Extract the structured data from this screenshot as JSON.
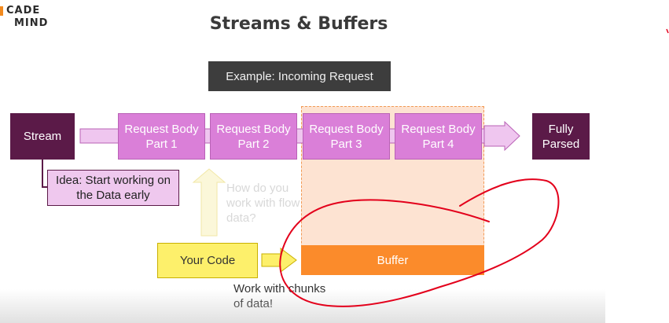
{
  "logo": {
    "line1": "CADE",
    "line2": "MIND"
  },
  "title": "Streams & Buffers",
  "example_label": "Example: Incoming Request",
  "stream_label": "Stream",
  "parts": [
    "Request Body Part 1",
    "Request Body Part 2",
    "Request Body Part 3",
    "Request Body Part 4"
  ],
  "parsed_label": "Fully Parsed",
  "idea_label": "Idea: Start working on the Data early",
  "question_label": "How do you work with flow data?",
  "your_code_label": "Your Code",
  "buffer_label": "Buffer",
  "chunks_label": "Work with chunks of data!",
  "colors": {
    "stream": "#5b1a48",
    "part": "#da7fd8",
    "buffer": "#fb8b2b",
    "buffer_zone": "#fde3d2",
    "your_code": "#fdf06b",
    "annotation": "#e3001b"
  }
}
